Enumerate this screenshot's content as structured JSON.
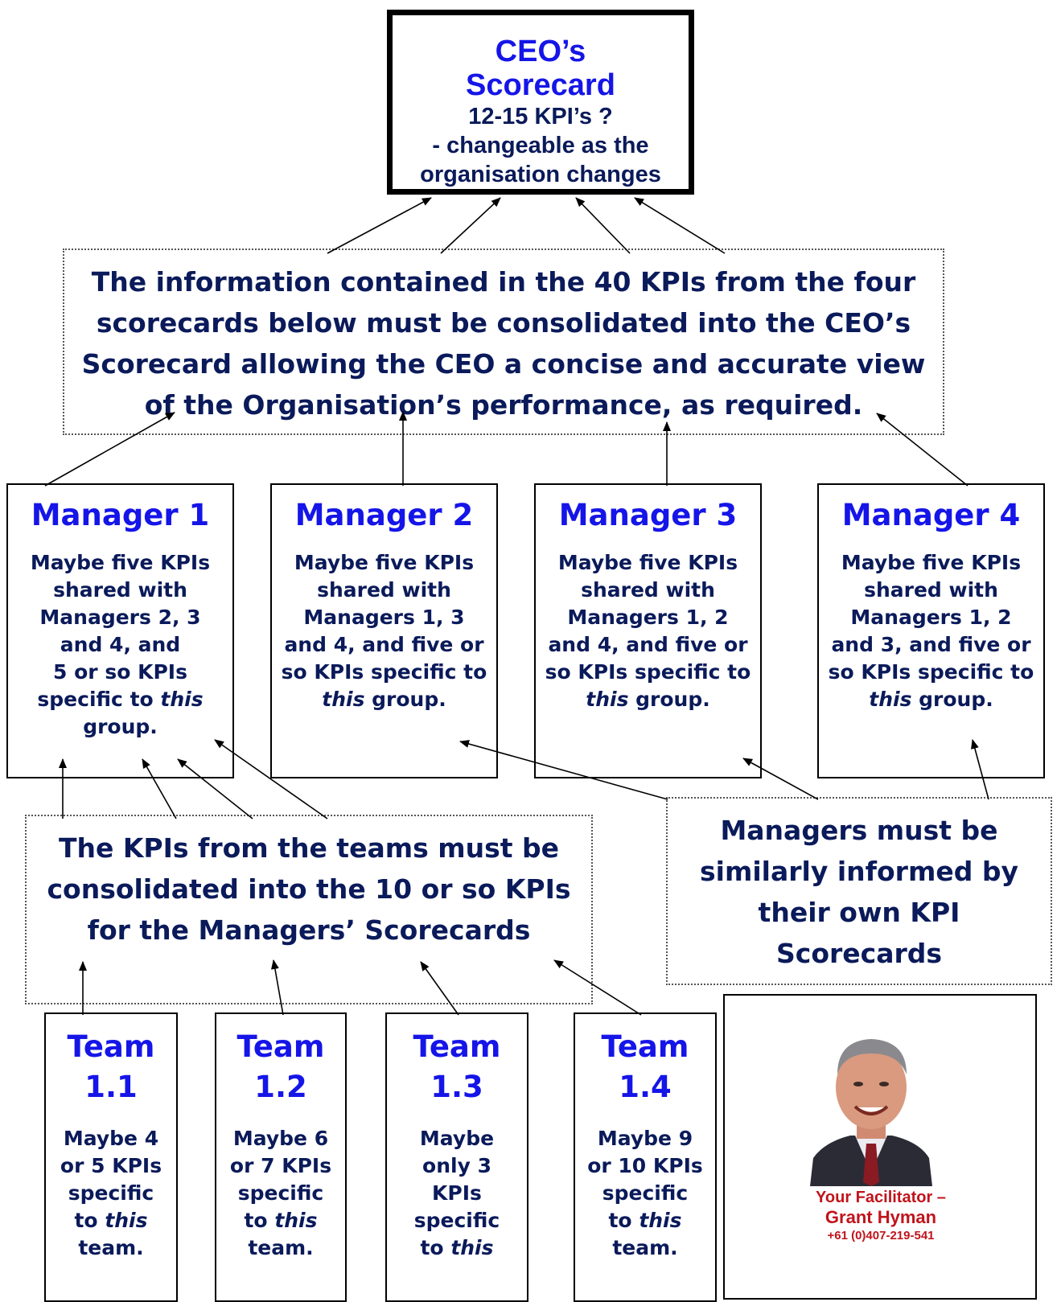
{
  "ceo": {
    "title_line1": "CEO’s",
    "title_line2": "Scorecard",
    "line3": "12-15 KPI’s ?",
    "line4": "- changeable as the",
    "line5": "organisation changes"
  },
  "top_message": {
    "lines": [
      "The information contained in the 40 KPIs from the four",
      "scorecards below must be consolidated into the CEO’s",
      "Scorecard allowing the CEO a concise and accurate view",
      "of the Organisation’s performance, as required."
    ]
  },
  "managers": [
    {
      "title": "Manager 1",
      "lines": [
        "Maybe five KPIs",
        "shared with",
        "Managers 2, 3",
        "and 4, and",
        "5 or so KPIs",
        "specific to ",
        "this",
        "group."
      ]
    },
    {
      "title": "Manager 2",
      "lines": [
        "Maybe five KPIs",
        "shared with",
        "Managers 1, 3",
        "and 4, and five or",
        "so KPIs specific to",
        "this",
        " group."
      ]
    },
    {
      "title": "Manager 3",
      "lines": [
        "Maybe five KPIs",
        "shared with",
        "Managers 1, 2",
        "and 4, and five or",
        "so KPIs specific to",
        "this",
        " group."
      ]
    },
    {
      "title": "Manager 4",
      "lines": [
        "Maybe five KPIs",
        "shared with",
        "Managers 1, 2",
        "and 3, and five or",
        "so KPIs specific to",
        "this",
        " group."
      ]
    }
  ],
  "team_message": {
    "lines": [
      "The KPIs from the teams must be",
      "consolidated into the 10 or so KPIs",
      "for the Managers’ Scorecards"
    ]
  },
  "managers_message": {
    "lines": [
      "Managers must be",
      "similarly informed by",
      "their own KPI",
      "Scorecards"
    ]
  },
  "teams": [
    {
      "title1": "Team",
      "title2": "1.1",
      "lines": [
        "Maybe 4",
        "or 5 KPIs",
        "specific",
        "to ",
        "this",
        "team."
      ]
    },
    {
      "title1": "Team",
      "title2": "1.2",
      "lines": [
        "Maybe 6",
        "or 7 KPIs",
        "specific",
        "to ",
        "this",
        "team."
      ]
    },
    {
      "title1": "Team",
      "title2": "1.3",
      "lines": [
        "Maybe",
        "only 3",
        "KPIs",
        "specific",
        "to ",
        "this"
      ]
    },
    {
      "title1": "Team",
      "title2": "1.4",
      "lines": [
        "Maybe 9",
        "or 10 KPIs",
        "specific",
        "to ",
        "this",
        "team."
      ]
    }
  ],
  "facilitator": {
    "line1": "Your Facilitator –",
    "line2": "Grant Hyman",
    "phone": "+61 (0)407-219-541"
  }
}
